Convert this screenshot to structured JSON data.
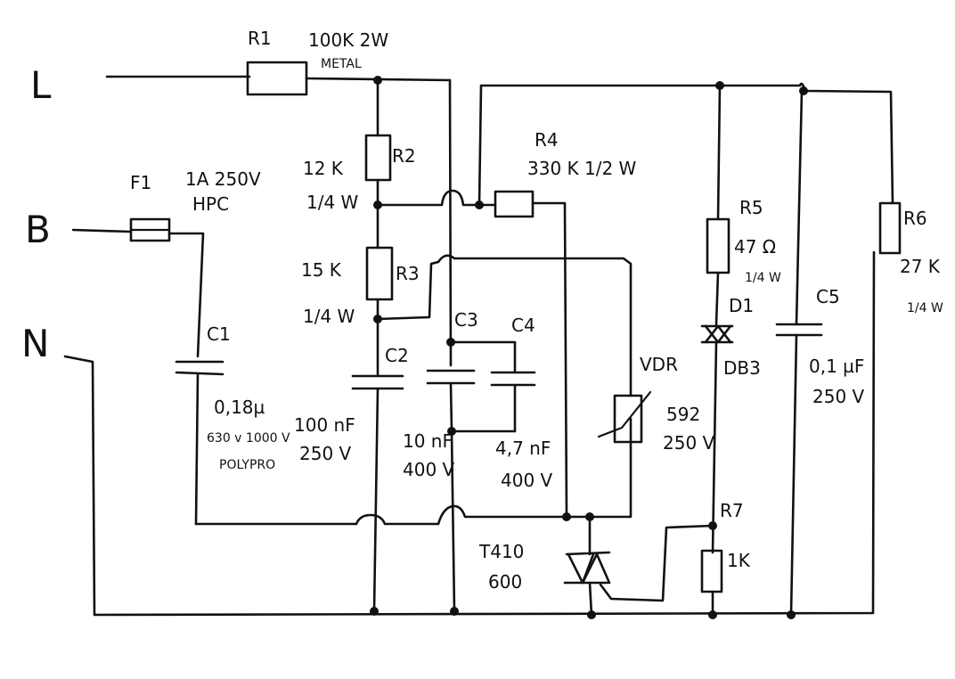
{
  "terminals": {
    "l": "L",
    "b": "B",
    "n": "N"
  },
  "r1": {
    "name": "R1",
    "value": "100K 2W",
    "note": "METAL"
  },
  "r2": {
    "name": "R2",
    "value": "12 K",
    "power": "1/4 W"
  },
  "r3": {
    "name": "R3",
    "value": "15 K",
    "power": "1/4 W"
  },
  "r4": {
    "name": "R4",
    "value": "330 K 1/2 W"
  },
  "r5": {
    "name": "R5",
    "value": "47 Ω",
    "power": "1/4 W"
  },
  "r6": {
    "name": "R6",
    "value": "27 K",
    "power": "1/4 W"
  },
  "r7": {
    "name": "R7",
    "value": "1K"
  },
  "f1": {
    "name": "F1",
    "value": "1A 250V",
    "note": "HPC"
  },
  "c1": {
    "name": "C1",
    "value": "0,18µ",
    "voltage": "630 v 1000 V",
    "note": "POLYPRO"
  },
  "c2": {
    "name": "C2",
    "value": "100 nF",
    "voltage": "250 V"
  },
  "c3": {
    "name": "C3",
    "value": "10 nF",
    "voltage": "400 V"
  },
  "c4": {
    "name": "C4",
    "value": "4,7 nF",
    "voltage": "400 V"
  },
  "c5": {
    "name": "C5",
    "value": "0,1 µF",
    "voltage": "250 V"
  },
  "vdr": {
    "name": "VDR",
    "value": "592",
    "voltage": "250 V"
  },
  "d1": {
    "name": "D1",
    "value": "DB3"
  },
  "triac": {
    "value": "T410",
    "voltage": "600"
  }
}
